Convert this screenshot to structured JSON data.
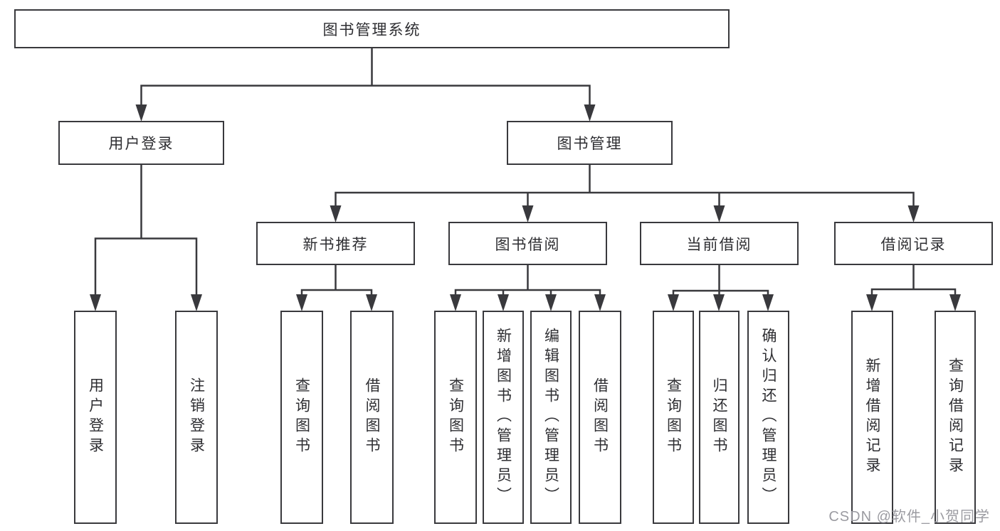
{
  "diagram": {
    "root": {
      "label": "图书管理系统"
    },
    "level1": [
      {
        "label": "用户登录"
      },
      {
        "label": "图书管理"
      }
    ],
    "level2": [
      {
        "label": "新书推荐",
        "parent": "图书管理"
      },
      {
        "label": "图书借阅",
        "parent": "图书管理"
      },
      {
        "label": "当前借阅",
        "parent": "图书管理"
      },
      {
        "label": "借阅记录",
        "parent": "图书管理"
      }
    ],
    "leaf_groups": [
      {
        "parent": "用户登录",
        "items": [
          {
            "label": "用户登录"
          },
          {
            "label": "注销登录"
          }
        ]
      },
      {
        "parent": "新书推荐",
        "items": [
          {
            "label": "查询图书"
          },
          {
            "label": "借阅图书"
          }
        ]
      },
      {
        "parent": "图书借阅",
        "items": [
          {
            "label": "查询图书"
          },
          {
            "label": "新增图书（管理员）"
          },
          {
            "label": "编辑图书（管理员）"
          },
          {
            "label": "借阅图书"
          }
        ]
      },
      {
        "parent": "当前借阅",
        "items": [
          {
            "label": "查询图书"
          },
          {
            "label": "归还图书"
          },
          {
            "label": "确认归还（管理员）"
          }
        ]
      },
      {
        "parent": "借阅记录",
        "items": [
          {
            "label": "新增借阅记录"
          },
          {
            "label": "查询借阅记录"
          }
        ]
      }
    ],
    "watermark": "CSDN @软件_小贺同学",
    "colors": {
      "line": "#39393d",
      "box_border": "#39393d",
      "box_fill": "#ffffff",
      "text": "#2e2e32",
      "watermark": "#9b9ba1",
      "background": "#ffffff"
    }
  }
}
